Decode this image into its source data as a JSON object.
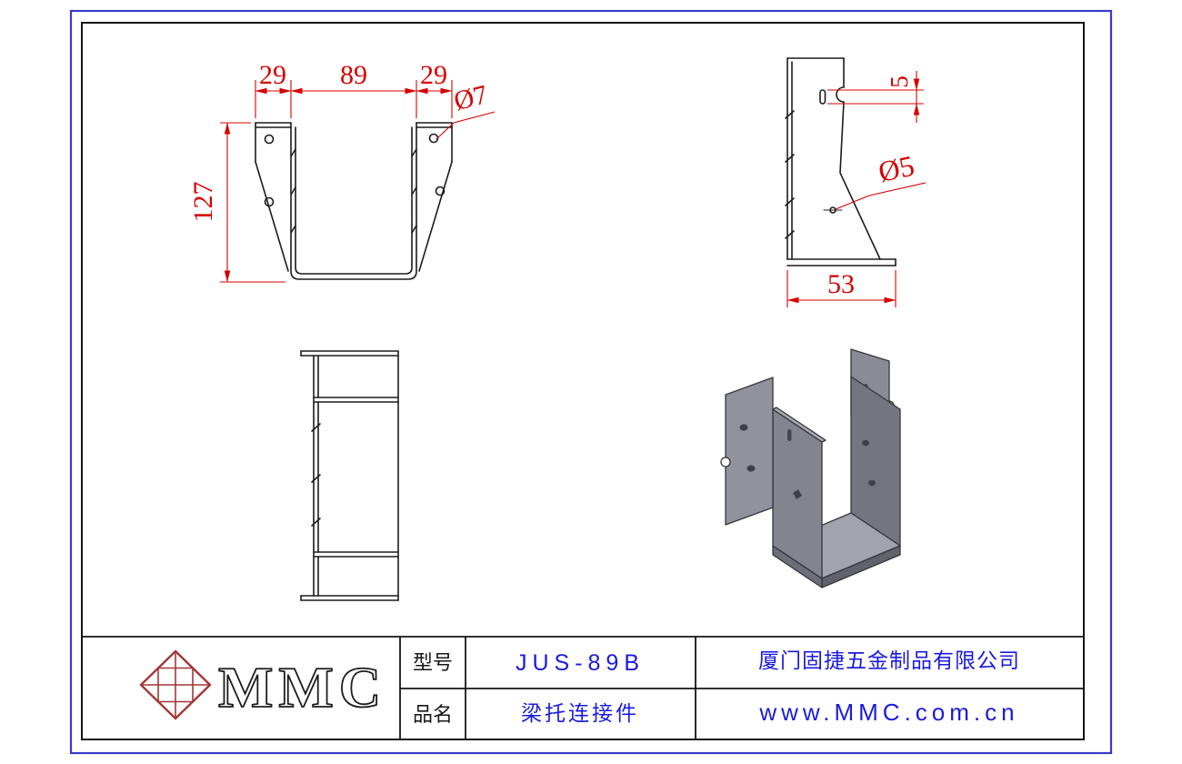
{
  "drawing": {
    "front_view": {
      "dim_left": "29",
      "dim_mid": "89",
      "dim_right": "29",
      "dim_height": "127",
      "hole_label": "Ø7"
    },
    "side_view": {
      "slot_dim": "5",
      "hole_label": "Ø5",
      "depth_dim": "53"
    }
  },
  "title_block": {
    "logo_text": "MMC",
    "model_label": "型号",
    "model_value": "JUS-89B",
    "name_label": "品名",
    "name_value": "梁托连接件",
    "company": "厦门固捷五金制品有限公司",
    "website": "www.MMC.com.cn"
  },
  "colors": {
    "dimension_red": "#d80000",
    "text_blue": "#1a1ae0",
    "border_blue": "#3a3acb",
    "metal_gray": "#8a8a94"
  }
}
